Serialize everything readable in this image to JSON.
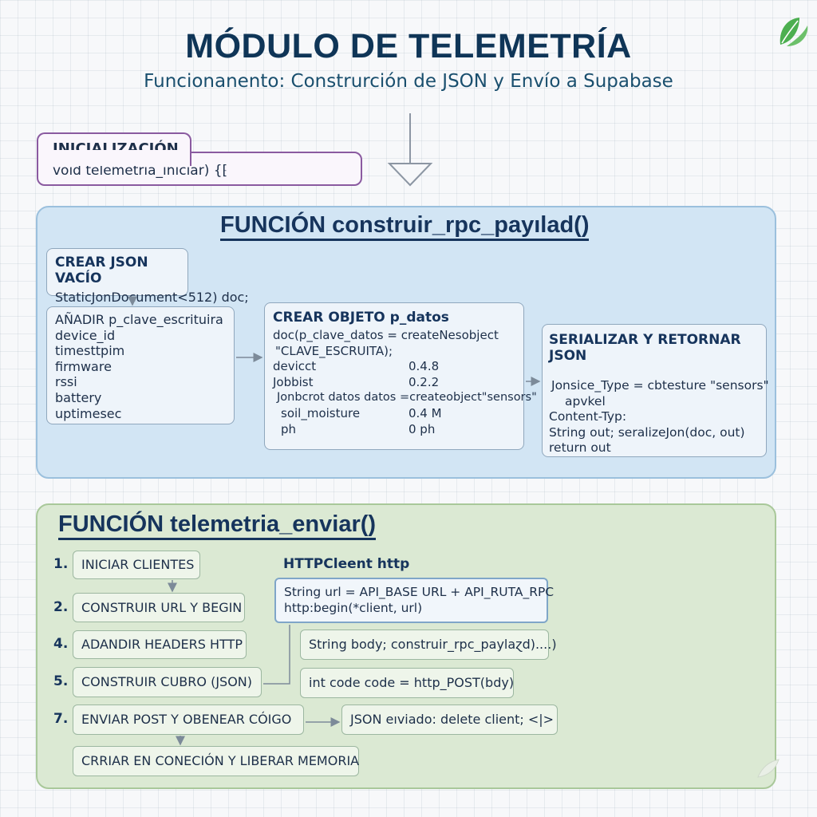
{
  "header": {
    "title": "MÓDULO DE TELEMETRÍA",
    "subtitle": "Funcionanento: Construrción de JSON y Envío a Supabase"
  },
  "init": {
    "label": "INICIALIZACIÓN",
    "code": "void telemetria_iniciar) {⁅"
  },
  "payload_fn": {
    "title": "FUNCIÓN construir_rpc_payılad()",
    "crear_json": {
      "head": "CREAR JSON VACÍO",
      "code": "StaticJonDocument<512) doc;"
    },
    "anadir": {
      "lines": [
        "AÑADIR p_clave_escrituira",
        "device_id",
        "timesttpim",
        "firmware",
        "rssi",
        "battery",
        "uptimesec"
      ]
    },
    "objeto": {
      "head": "CREAR OBJETO p_datos",
      "line1": "doc(p_clave_datos = createNesobject",
      "line2": "\"CLAVE_ESCRUITA);",
      "rows": [
        {
          "key": "devicct",
          "value": "0.4.8"
        },
        {
          "key": "Jobbist",
          "value": "0.2.2"
        }
      ],
      "line5": "Jonbcrot datos datos =createobject\"sensors\"",
      "rows2": [
        {
          "key": "soil_moisture",
          "value": "0.4 M"
        },
        {
          "key": "ph",
          "value": "0 ph"
        }
      ]
    },
    "serializar": {
      "head": "SERIALIZAR Y RETORNAR JSON",
      "lines": [
        "Jonsice_Type = cbtesture \"sensors\"",
        "apvkel",
        "Content-Typ:",
        "String out; seralizeJon(doc, out)",
        "return out"
      ]
    }
  },
  "enviar_fn": {
    "title": "FUNCIÓN telemetria_enviar()",
    "steps": [
      {
        "num": "1.",
        "label": "INICIAR CLIENTES"
      },
      {
        "num": "2.",
        "label": "CONSTRUIR URL Y BEGIN"
      },
      {
        "num": "4.",
        "label": "ADANDIR HEADERS HTTP"
      },
      {
        "num": "5.",
        "label": "CONSTRUIR CUBRO (JSON)"
      },
      {
        "num": "7.",
        "label": "ENVIAR POST Y OBENEAR CÓIGO"
      },
      {
        "num": "",
        "label": "CRRIAR EN CONECIÓN Y LIBERAR MEMORIA"
      }
    ],
    "http_head": "HTTPCleent http",
    "url_lines": [
      "String url = API_BASE URL + API_RUTA_RPC",
      "http:begin(*client, url)"
    ],
    "body_code": "String body; construir_rpc_paylaɀd)....)",
    "post_code": "int code code = http_POST(bdy)",
    "json_result": "JSON eıviado: delete client;  <|>"
  },
  "colors": {
    "title": "#0f3557",
    "blue_panel": "#d2e5f4",
    "green_panel": "#dbe9d3",
    "init_border": "#8a5aa0",
    "leaf": "#4caf50"
  }
}
